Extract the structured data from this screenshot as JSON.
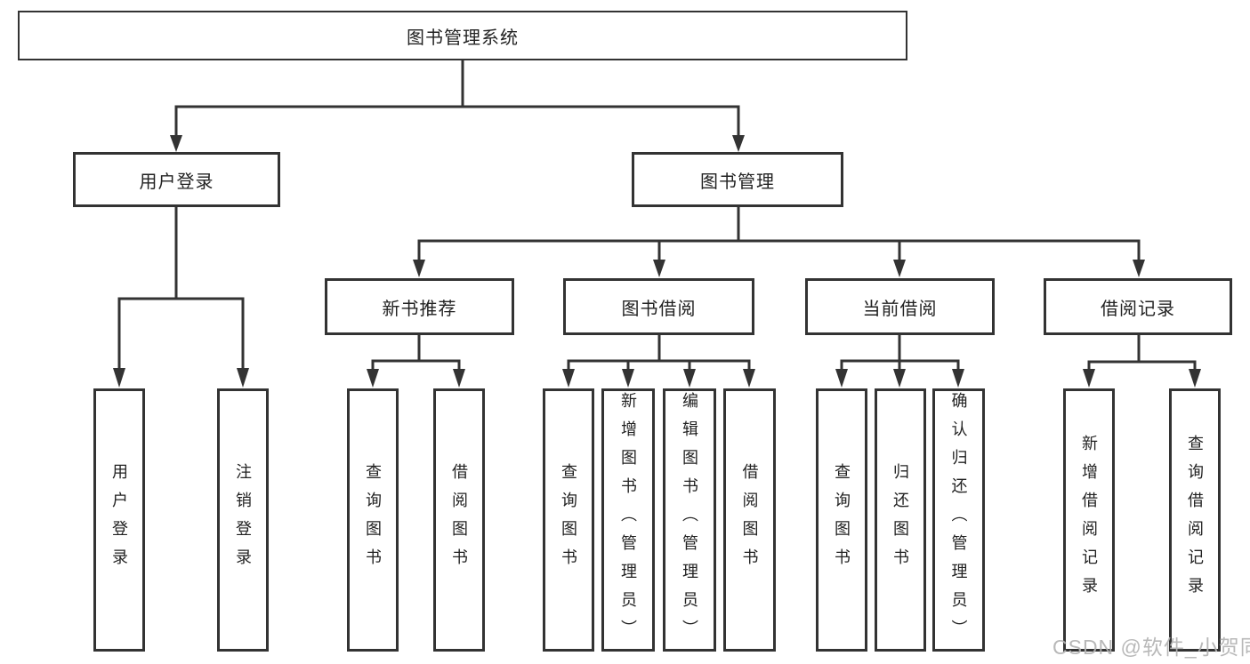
{
  "diagram": {
    "root": "图书管理系统",
    "level2": [
      {
        "label": "用户登录",
        "leaves": [
          "用户登录",
          "注销登录"
        ]
      },
      {
        "label": "图书管理",
        "groups": [
          {
            "label": "新书推荐",
            "leaves": [
              "查询图书",
              "借阅图书"
            ]
          },
          {
            "label": "图书借阅",
            "leaves": [
              "查询图书",
              "新增图书（管理员）",
              "编辑图书（管理员）",
              "借阅图书"
            ]
          },
          {
            "label": "当前借阅",
            "leaves": [
              "查询图书",
              "归还图书",
              "确认归还（管理员）"
            ]
          },
          {
            "label": "借阅记录",
            "leaves": [
              "新增借阅记录",
              "查询借阅记录"
            ]
          }
        ]
      }
    ]
  },
  "watermark": {
    "text": "CSDN @软件_小贺同学"
  },
  "colors": {
    "line": "#333333",
    "text": "#222222",
    "watermark": "#b3b3b3",
    "background": "#ffffff"
  }
}
